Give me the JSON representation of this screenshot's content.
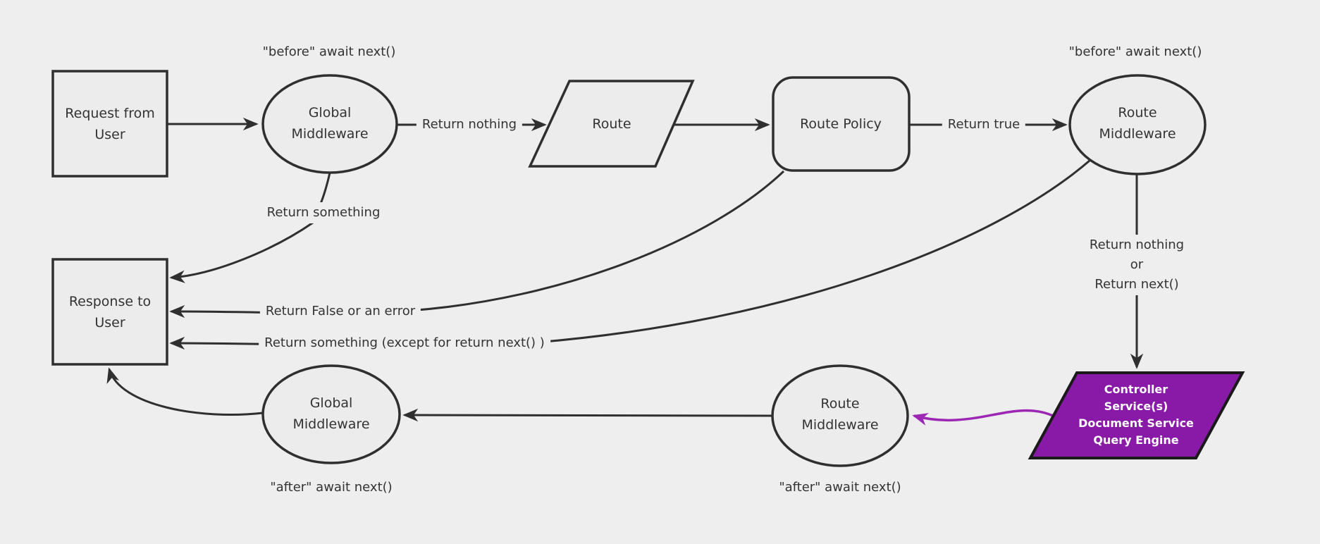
{
  "colors": {
    "background": "#eeeeee",
    "node_fill": "#ececec",
    "stroke": "#2f2f2f",
    "text": "#333333",
    "purple_fill": "#891aa7",
    "purple_stroke": "#1a1a1a",
    "purple_arrow": "#9c27b5",
    "controller_text": "#ffffff"
  },
  "nodes": {
    "request": {
      "label": "Request from\nUser",
      "shape": "rectangle"
    },
    "global_middleware_top": {
      "label": "Global\nMiddleware",
      "shape": "ellipse"
    },
    "route": {
      "label": "Route",
      "shape": "parallelogram"
    },
    "route_policy": {
      "label": "Route Policy",
      "shape": "rounded-rectangle"
    },
    "route_middleware_top": {
      "label": "Route\nMiddleware",
      "shape": "ellipse"
    },
    "controller": {
      "label": "Controller\nService(s)\nDocument Service\nQuery Engine",
      "shape": "parallelogram"
    },
    "route_middleware_bottom": {
      "label": "Route\nMiddleware",
      "shape": "ellipse"
    },
    "global_middleware_bottom": {
      "label": "Global\nMiddleware",
      "shape": "ellipse"
    },
    "response": {
      "label": "Response to\nUser",
      "shape": "rectangle"
    }
  },
  "edge_labels": {
    "before_await_next_left": "\"before\" await next()",
    "before_await_next_right": "\"before\" await next()",
    "return_nothing": "Return nothing",
    "return_true": "Return true",
    "return_something": "Return something",
    "return_false_or_error": "Return False or an error",
    "return_something_except": "Return something (except for return next() )",
    "return_nothing_or_next": "Return nothing\nor\nReturn next()",
    "after_await_next_left": "\"after\" await next()",
    "after_await_next_right": "\"after\" await next()"
  },
  "edges": [
    {
      "from": "request",
      "to": "global_middleware_top"
    },
    {
      "from": "global_middleware_top",
      "to": "route",
      "label_key": "return_nothing"
    },
    {
      "from": "route",
      "to": "route_policy"
    },
    {
      "from": "route_policy",
      "to": "route_middleware_top",
      "label_key": "return_true"
    },
    {
      "from": "route_middleware_top",
      "to": "controller",
      "label_key": "return_nothing_or_next"
    },
    {
      "from": "controller",
      "to": "route_middleware_bottom",
      "color": "purple"
    },
    {
      "from": "route_middleware_bottom",
      "to": "global_middleware_bottom"
    },
    {
      "from": "global_middleware_bottom",
      "to": "response"
    },
    {
      "from": "global_middleware_top",
      "to": "response",
      "label_key": "return_something"
    },
    {
      "from": "route_policy",
      "to": "response",
      "label_key": "return_false_or_error"
    },
    {
      "from": "route_middleware_top",
      "to": "response",
      "label_key": "return_something_except"
    }
  ]
}
